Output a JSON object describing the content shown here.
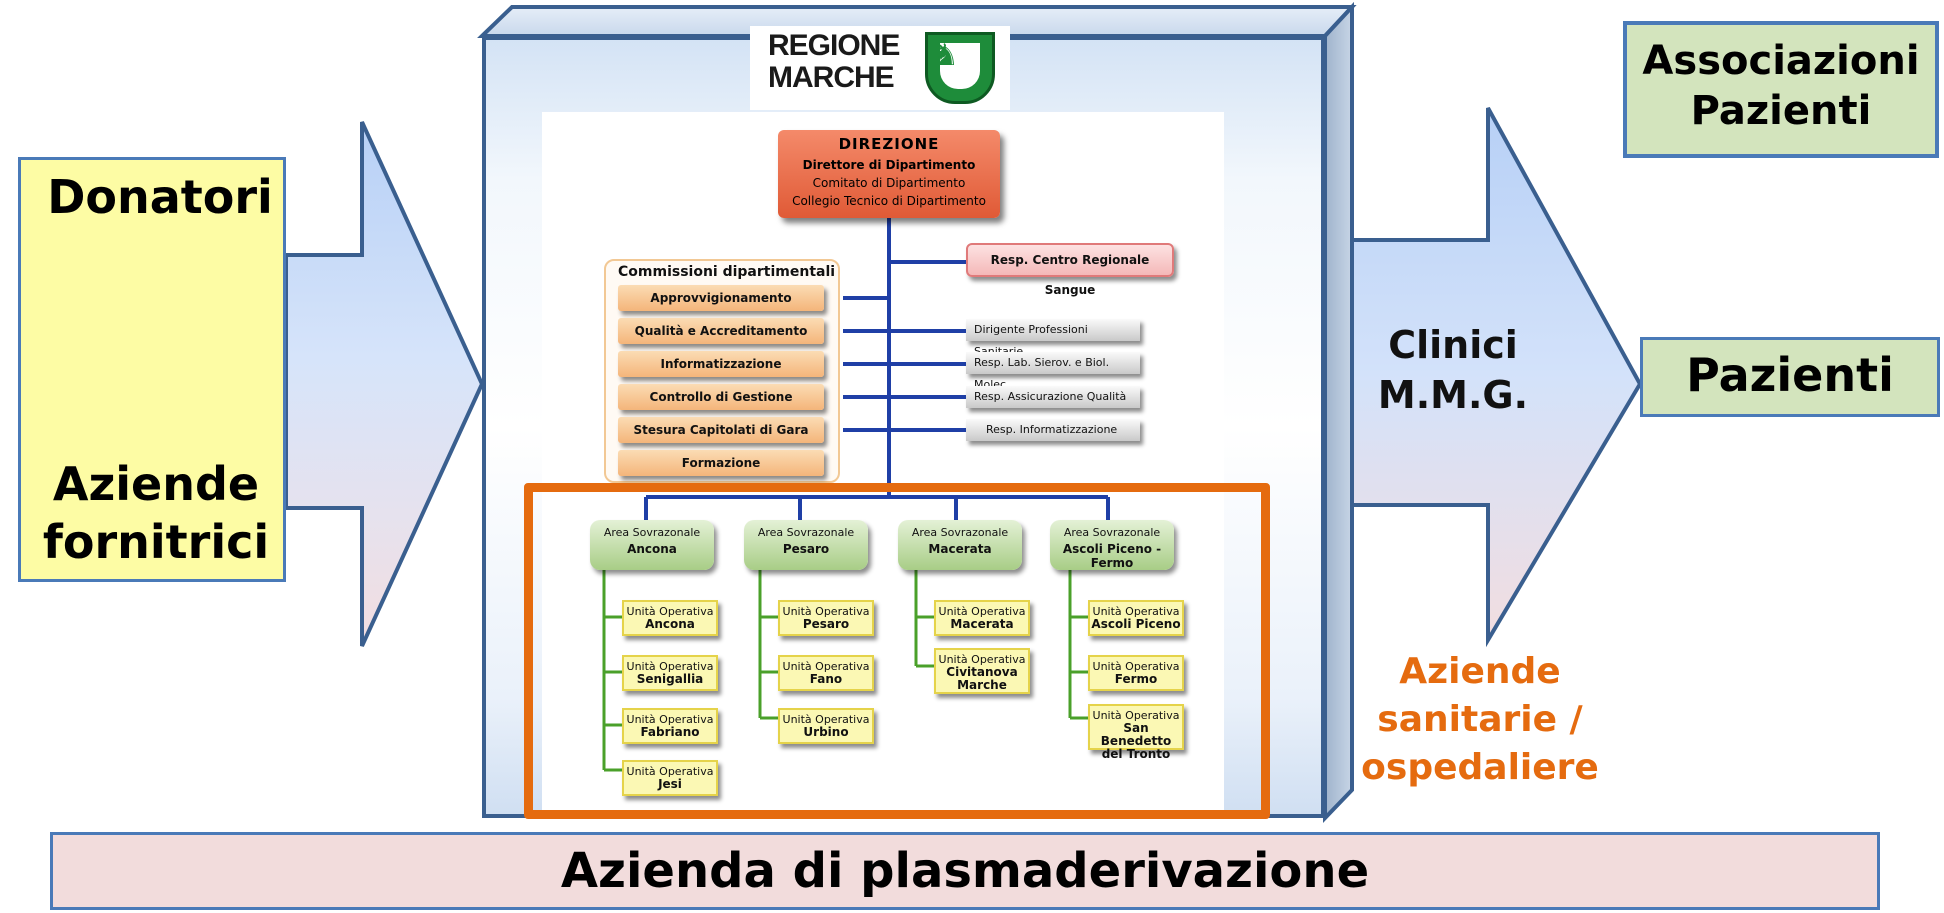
{
  "left": {
    "donatori": "Donatori",
    "aziende_fornitrici": "Aziende fornitrici"
  },
  "logo": {
    "line1": "REGIONE",
    "line2": "MARCHE"
  },
  "direzione": {
    "title": "DIREZIONE",
    "line1": "Direttore di Dipartimento",
    "line2": "Comitato di Dipartimento",
    "line3": "Collegio Tecnico di Dipartimento"
  },
  "resp_crs": "Resp. Centro Regionale Sangue",
  "commissioni": {
    "title": "Commissioni dipartimentali",
    "items": [
      "Approvvigionamento",
      "Qualità e Accreditamento",
      "Informatizzazione",
      "Controllo di Gestione",
      "Stesura Capitolati di Gara",
      "Formazione"
    ]
  },
  "staff": [
    "Dirigente Professioni Sanitarie",
    "Resp. Lab. Sierov. e Biol. Molec.",
    "Resp. Assicurazione Qualità",
    "Resp. Informatizzazione"
  ],
  "areas": [
    {
      "label": "Area Sovrazonale",
      "name": "Ancona",
      "units": [
        {
          "label": "Unità Operativa",
          "name": "Ancona"
        },
        {
          "label": "Unità Operativa",
          "name": "Senigallia"
        },
        {
          "label": "Unità Operativa",
          "name": "Fabriano"
        },
        {
          "label": "Unità Operativa",
          "name": "Jesi"
        }
      ]
    },
    {
      "label": "Area Sovrazonale",
      "name": "Pesaro",
      "units": [
        {
          "label": "Unità Operativa",
          "name": "Pesaro"
        },
        {
          "label": "Unità Operativa",
          "name": "Fano"
        },
        {
          "label": "Unità Operativa",
          "name": "Urbino"
        }
      ]
    },
    {
      "label": "Area Sovrazonale",
      "name": "Macerata",
      "units": [
        {
          "label": "Unità Operativa",
          "name": "Macerata"
        },
        {
          "label": "Unità Operativa",
          "name": "Civitanova Marche"
        }
      ]
    },
    {
      "label": "Area Sovrazonale",
      "name": "Ascoli Piceno - Fermo",
      "units": [
        {
          "label": "Unità Operativa",
          "name": "Ascoli Piceno"
        },
        {
          "label": "Unità Operativa",
          "name": "Fermo"
        },
        {
          "label": "Unità Operativa",
          "name": "San Benedetto del Tronto"
        }
      ]
    }
  ],
  "right": {
    "clinici_line1": "Clinici",
    "clinici_line2": "M.M.G.",
    "aziende_sanitarie": "Aziende sanitarie / ospedaliere",
    "associazioni": "Associazioni Pazienti",
    "pazienti": "Pazienti"
  },
  "bottom": "Azienda di plasmaderivazione",
  "colors": {
    "frame_blue": "#4a7ab8",
    "orange": "#e56b0f",
    "arrow_light": "#c9dcf7",
    "yellow_box": "#fdfca4",
    "green_box": "#d3e4bd",
    "pink_bar": "#f2dcdc",
    "direzione_red": "#e05a36"
  }
}
